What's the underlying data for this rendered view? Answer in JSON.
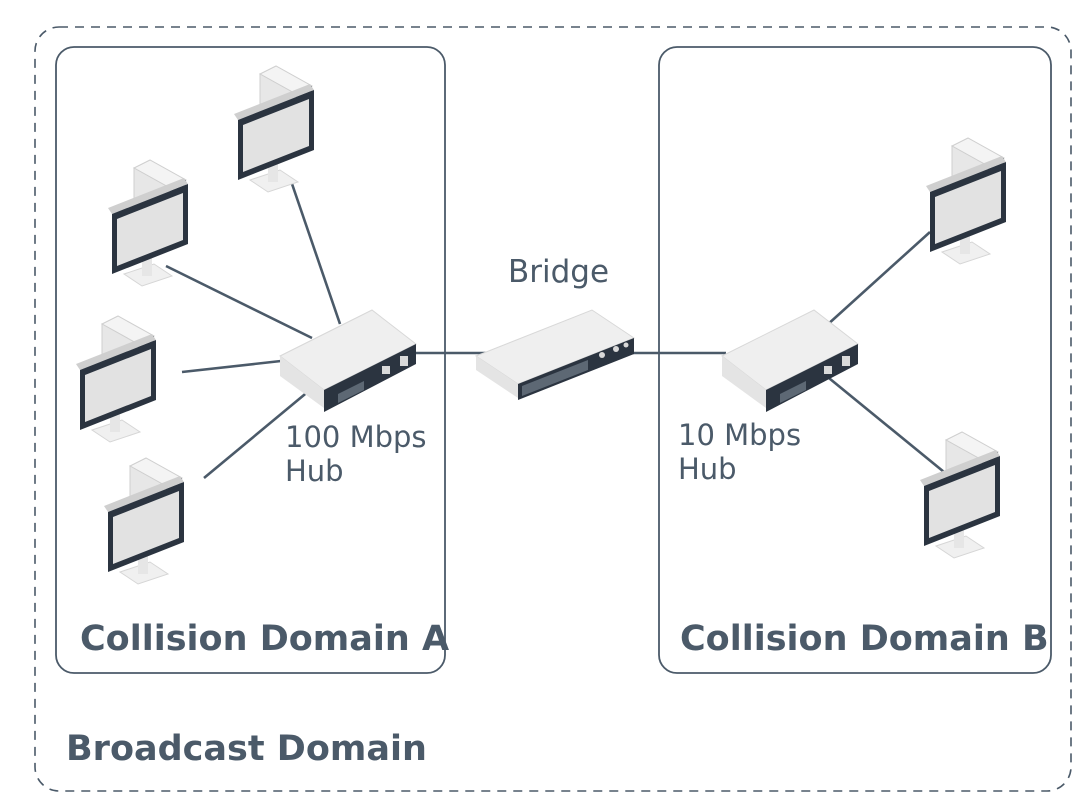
{
  "diagram": {
    "broadcast_domain": {
      "label": "Broadcast Domain"
    },
    "collision_domain_a": {
      "label": "Collision Domain A"
    },
    "collision_domain_b": {
      "label": "Collision Domain B"
    },
    "bridge": {
      "label": "Bridge"
    },
    "hub_a": {
      "label_line1": "100 Mbps",
      "label_line2": "Hub"
    },
    "hub_b": {
      "label_line1": "10 Mbps",
      "label_line2": "Hub"
    },
    "computers_domain_a": 4,
    "computers_domain_b": 2
  },
  "colors": {
    "outline": "#4b5a69",
    "label": "#4b5a69",
    "device_light": "#eeeeee",
    "device_dark": "#2b3440",
    "screen": "#e2e2e2"
  }
}
